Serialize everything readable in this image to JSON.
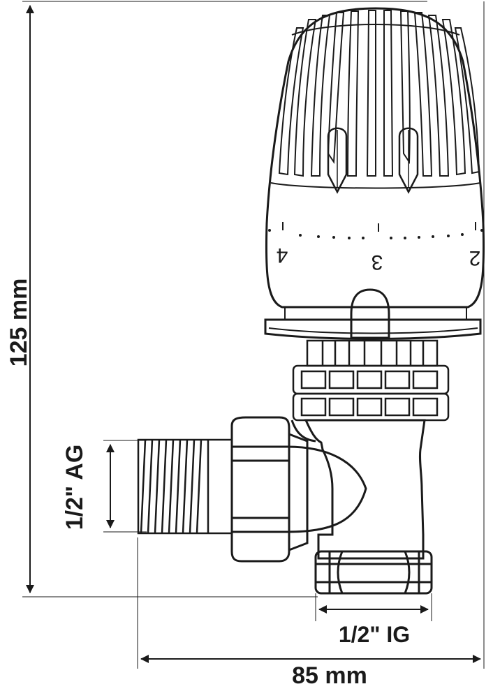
{
  "dimensions": {
    "height": "125 mm",
    "width": "85 mm",
    "inlet_thread": "1/2\" AG",
    "outlet_thread": "1/2\" IG"
  },
  "dial": {
    "markings": [
      "4",
      "3",
      "2"
    ]
  },
  "colors": {
    "line": "#1a1a1a",
    "background": "#ffffff"
  }
}
